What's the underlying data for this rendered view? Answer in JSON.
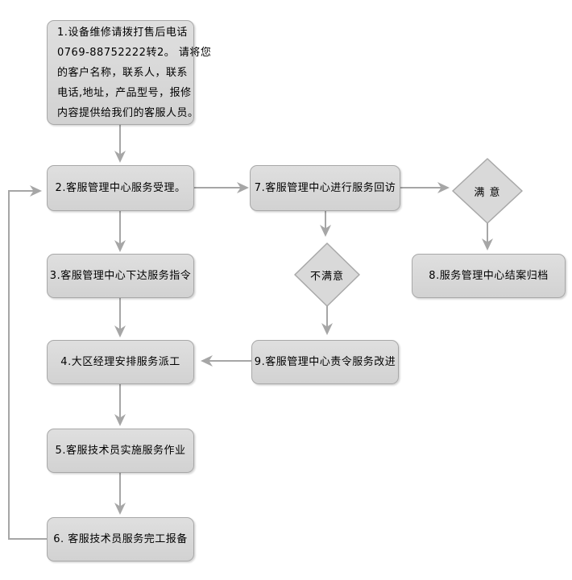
{
  "colors": {
    "node_fill": "#d9d9d9",
    "node_border": "#a8a8a8",
    "connector": "#a6a6a6",
    "text": "#000000",
    "background": "#ffffff"
  },
  "flowchart": {
    "steps": {
      "s1": {
        "lines": [
          "1.设备维修请拨打售后电话",
          "0769-88752222转2。 请将您",
          "的客户名称，联系人，联系",
          "电话,地址，产品型号，报修",
          "内容提供给我们的客服人员。"
        ]
      },
      "s2": {
        "label": "2.客服管理中心服务受理。"
      },
      "s3": {
        "label": "3.客服管理中心下达服务指令"
      },
      "s4": {
        "label": "4.大区经理安排服务派工"
      },
      "s5": {
        "label": "5.客服技术员实施服务作业"
      },
      "s6": {
        "label": "6. 客服技术员服务完工报备"
      },
      "s7": {
        "label": "7.客服管理中心进行服务回访"
      },
      "s8": {
        "label": "8.服务管理中心结案归档"
      },
      "s9": {
        "label": "9.客服管理中心责令服务改进"
      }
    },
    "decisions": {
      "satisfied": {
        "label": "满 意"
      },
      "unsatisfied": {
        "label": "不满意"
      }
    }
  }
}
